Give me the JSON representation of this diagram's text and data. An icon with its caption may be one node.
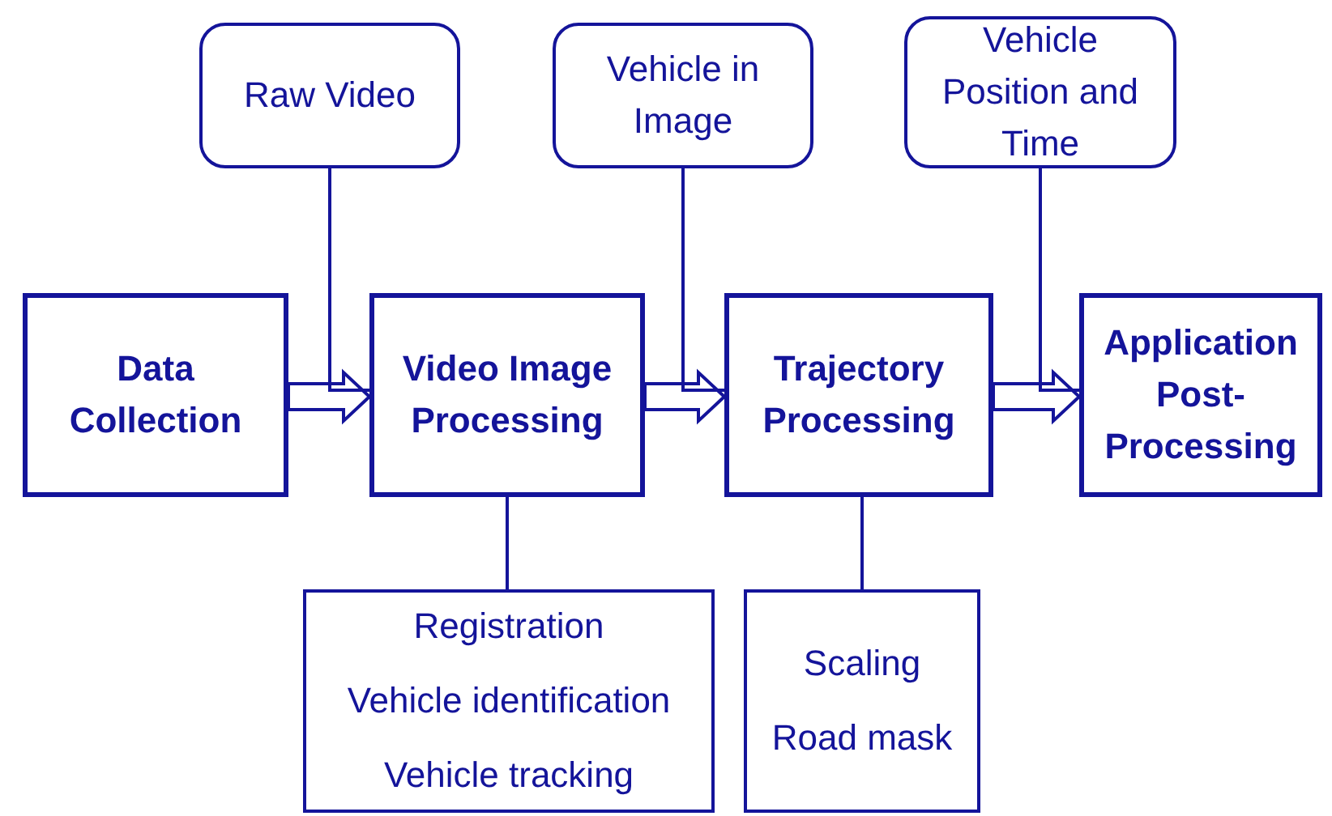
{
  "diagram": {
    "nodes": [
      {
        "text": [
          "Data Collection"
        ]
      },
      {
        "text": [
          "Video Image Processing"
        ]
      },
      {
        "text": [
          "Trajectory Processing"
        ]
      },
      {
        "text": [
          "Application Post-Processing"
        ]
      },
      {
        "text": [
          "Raw Video"
        ]
      },
      {
        "text": [
          "Vehicle in Image"
        ]
      },
      {
        "text": [
          "Vehicle Position and Time"
        ]
      },
      {
        "text": [
          "Registration",
          "Vehicle identification",
          "Vehicle tracking"
        ]
      },
      {
        "text": [
          "Scaling",
          "Road mask"
        ]
      }
    ],
    "edges": [
      {
        "from": 0,
        "to": 1,
        "arrow": "to",
        "style": "thick"
      },
      {
        "from": 1,
        "to": 2,
        "arrow": "to",
        "style": "thick"
      },
      {
        "from": 2,
        "to": 3,
        "arrow": "to",
        "style": "thick"
      },
      {
        "from": 4,
        "to": 1,
        "arrow": "none"
      },
      {
        "from": 5,
        "to": 2,
        "arrow": "none"
      },
      {
        "from": 6,
        "to": 3,
        "arrow": "none"
      },
      {
        "from": 1,
        "to": 7,
        "arrow": "none"
      },
      {
        "from": 2,
        "to": 8,
        "arrow": "none"
      }
    ]
  }
}
